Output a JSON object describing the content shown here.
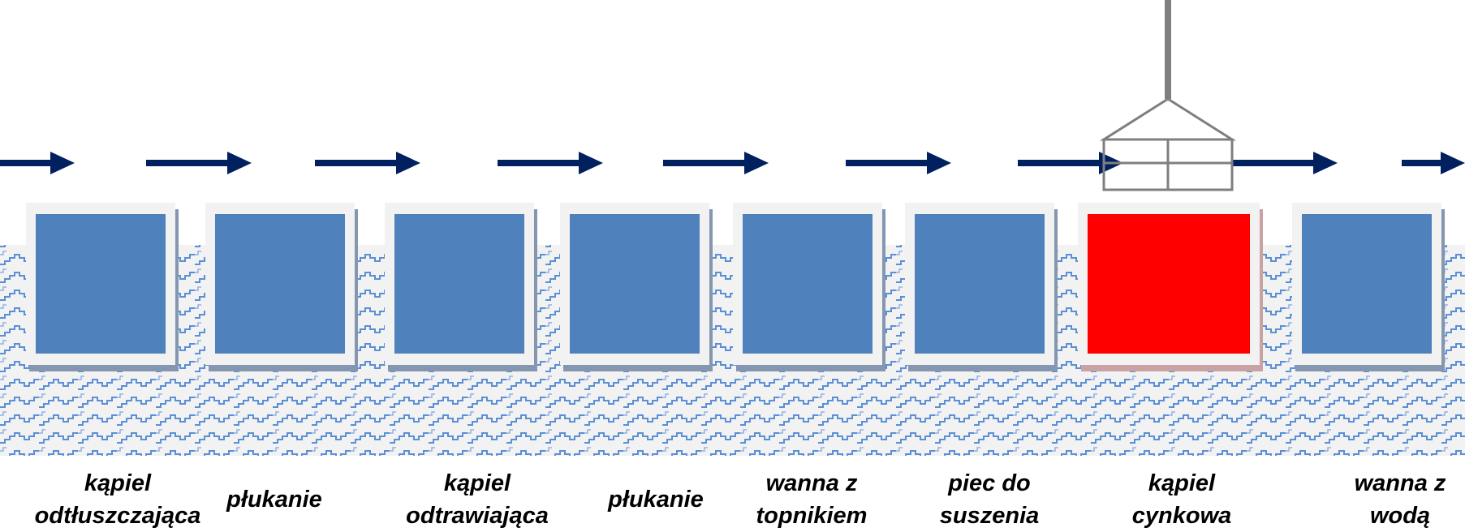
{
  "stages": [
    {
      "line1": "kąpiel",
      "line2": "odtłuszczająca",
      "highlight": false
    },
    {
      "line1": "płukanie",
      "line2": "",
      "highlight": false
    },
    {
      "line1": "kąpiel",
      "line2": "odtrawiająca",
      "highlight": false
    },
    {
      "line1": "płukanie",
      "line2": "",
      "highlight": false
    },
    {
      "line1": "wanna z",
      "line2": "topnikiem",
      "highlight": false
    },
    {
      "line1": "piec do",
      "line2": "suszenia",
      "highlight": false
    },
    {
      "line1": "kąpiel",
      "line2": "cynkowa",
      "highlight": true
    },
    {
      "line1": "wanna z",
      "line2": "wodą",
      "highlight": false
    }
  ],
  "colors": {
    "tank_fill": "#4f81bd",
    "tank_highlight": "#ff0000",
    "tank_frame": "#f2f2f2",
    "tank_shadow": "#8496b0",
    "arrow": "#002060",
    "floor_bg": "#f2f2f2",
    "floor_pattern": "#5b8fd6",
    "hoist": "#7f7f7f"
  }
}
